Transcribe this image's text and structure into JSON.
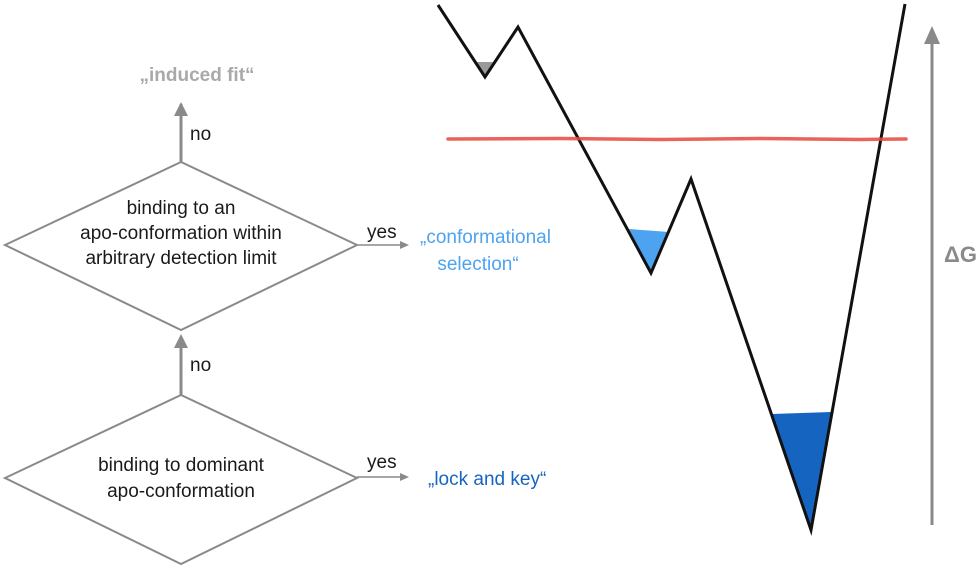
{
  "flowchart": {
    "induced_fit_label": "„induced fit“",
    "no_upper": "no",
    "no_lower": "no",
    "decision_upper": {
      "line1": "binding to an",
      "line2": "apo-conformation within",
      "line3": "arbitrary detection limit"
    },
    "decision_lower": {
      "line1": "binding to dominant",
      "line2": "apo-conformation"
    },
    "yes_upper": "yes",
    "yes_lower": "yes",
    "conformational_selection_line1": "„conformational",
    "conformational_selection_line2": "selection“",
    "lock_and_key": "„lock and key“"
  },
  "energy_landscape": {
    "axis_label": "ΔG",
    "colors": {
      "landscape_line": "#111111",
      "threshold_line": "#e8463c",
      "shallow_well_fill": "#999999",
      "middle_well_fill": "#4da3f0",
      "deep_well_fill": "#1565c0",
      "axis_arrow": "#8a8a8a"
    }
  }
}
